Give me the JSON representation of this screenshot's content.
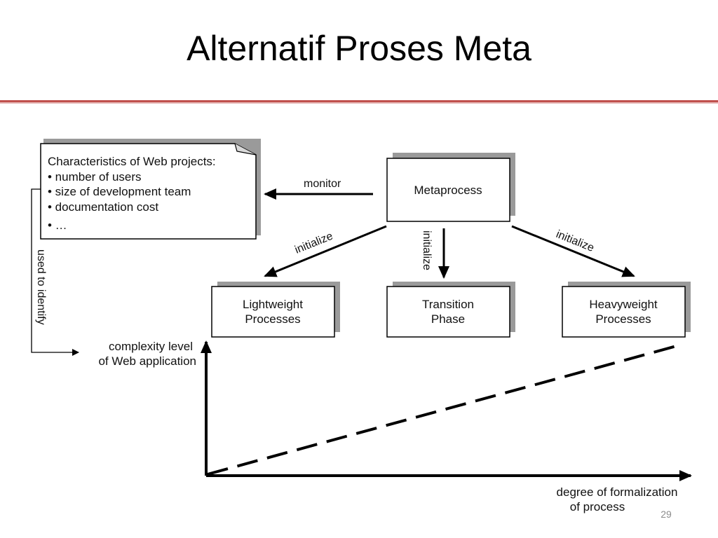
{
  "slide": {
    "title": "Alternatif Proses Meta",
    "page_number": "29"
  },
  "diagram": {
    "characteristics_box": {
      "heading": "Characteristics of Web projects:",
      "items": [
        "• number of users",
        "• size of development team",
        "• documentation cost",
        "• …"
      ]
    },
    "metaprocess_label": "Metaprocess",
    "monitor_label": "monitor",
    "initialize_left_label": "initialize",
    "initialize_center_label": "initialize",
    "initialize_right_label": "initialize",
    "used_to_identify_label": "used to identify",
    "lightweight": {
      "line1": "Lightweight",
      "line2": "Processes"
    },
    "transition": {
      "line1": "Transition",
      "line2": "Phase"
    },
    "heavyweight": {
      "line1": "Heavyweight",
      "line2": "Processes"
    },
    "y_axis_label": {
      "line1": "complexity level",
      "line2": "of Web application"
    },
    "x_axis_label": {
      "line1": "degree of formalization",
      "line2": "of process"
    }
  }
}
